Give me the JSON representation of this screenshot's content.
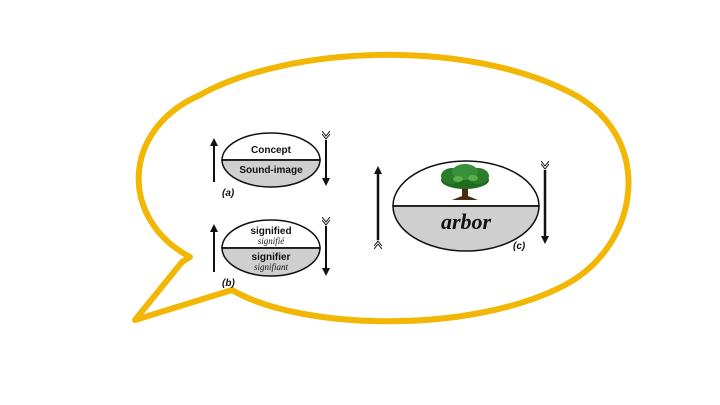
{
  "diagram": {
    "bubble_color": "#f2b705",
    "oval_top_color": "#ffffff",
    "oval_bottom_color": "#cfcfcf",
    "panel_a": {
      "top_label": "Concept",
      "bottom_label": "Sound-image",
      "caption": "(a)"
    },
    "panel_b": {
      "top_label": "signified",
      "top_sublabel": "signifié",
      "bottom_label": "signifier",
      "bottom_sublabel": "signifiant",
      "caption": "(b)"
    },
    "panel_c": {
      "top_image": "tree-icon",
      "bottom_label": "arbor",
      "caption": "(c)"
    }
  }
}
